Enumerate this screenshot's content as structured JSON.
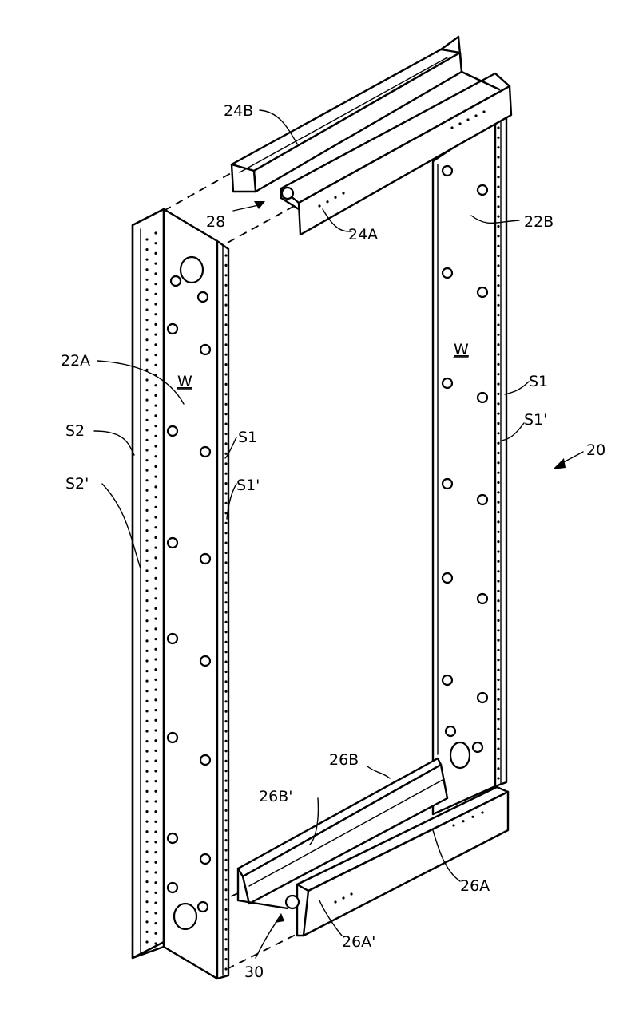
{
  "labels": {
    "l24B": "24B",
    "l28": "28",
    "l24A": "24A",
    "l22B": "22B",
    "l22A": "22A",
    "lW_left": "W",
    "lW_right": "W",
    "lS2": "S2",
    "lS2p": "S2'",
    "lS1_left": "S1",
    "lS1p_left": "S1'",
    "lS1_right": "S1",
    "lS1p_right": "S1'",
    "l20": "20",
    "l26B": "26B",
    "l26Bp": "26B'",
    "l26A": "26A",
    "l26Ap": "26A'",
    "l30": "30"
  },
  "colors": {
    "ink": "#000000",
    "paper": "#ffffff"
  }
}
